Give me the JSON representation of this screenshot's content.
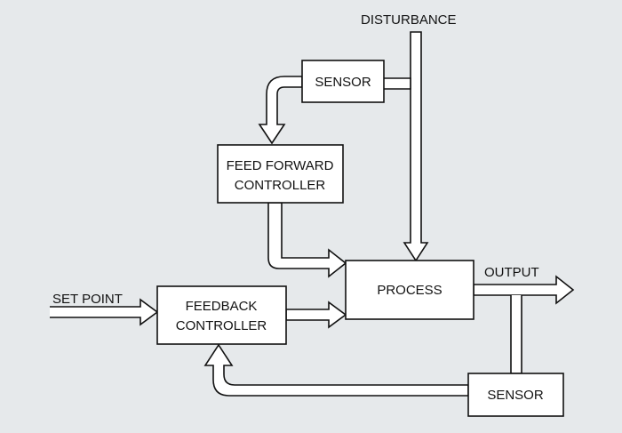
{
  "labels": {
    "disturbance": "DISTURBANCE",
    "set_point": "SET POINT",
    "output": "OUTPUT"
  },
  "blocks": {
    "sensor_top": {
      "lines": [
        "SENSOR"
      ]
    },
    "feed_forward_controller": {
      "lines": [
        "FEED FORWARD",
        "CONTROLLER"
      ]
    },
    "process": {
      "lines": [
        "PROCESS"
      ]
    },
    "feedback_controller": {
      "lines": [
        "FEEDBACK",
        "CONTROLLER"
      ]
    },
    "sensor_bottom": {
      "lines": [
        "SENSOR"
      ]
    }
  },
  "colors": {
    "background": "#e6e9eb",
    "box_fill": "#ffffff",
    "stroke": "#111111"
  }
}
